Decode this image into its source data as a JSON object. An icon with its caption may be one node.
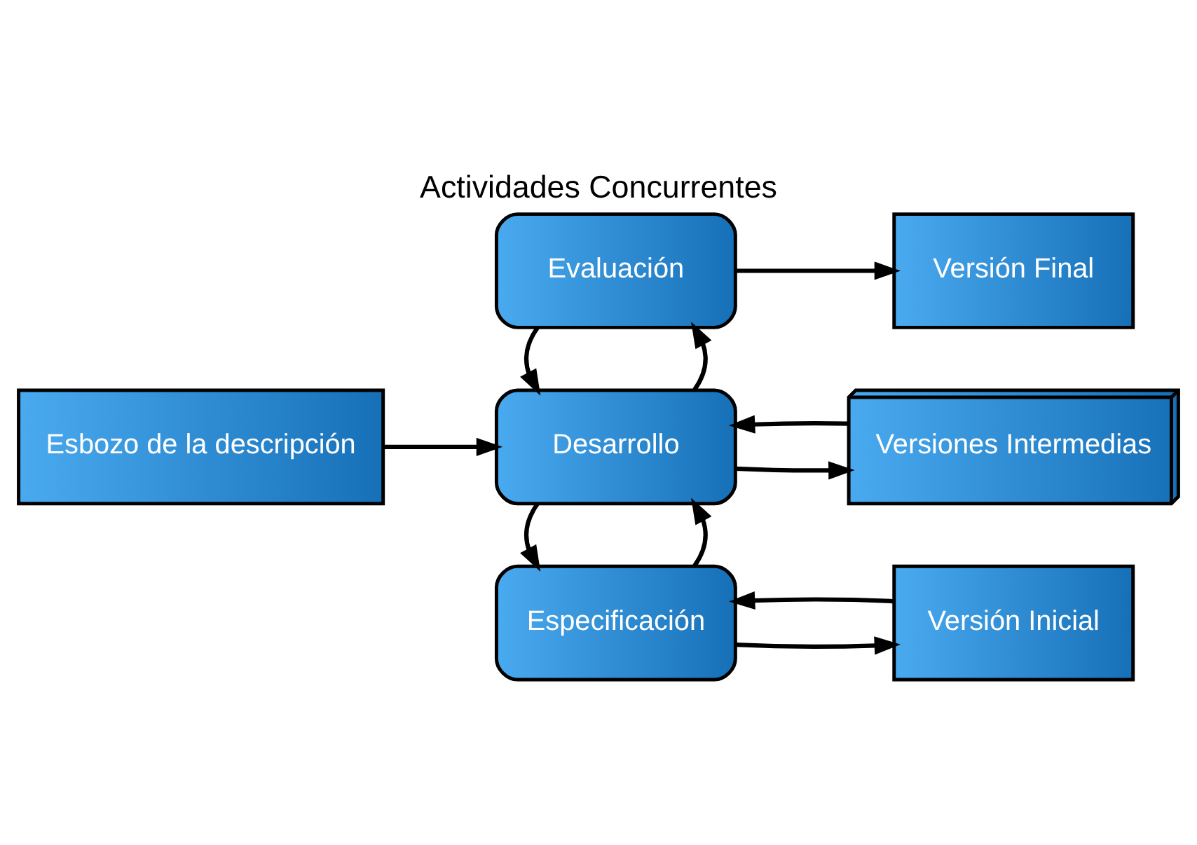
{
  "diagram": {
    "title": "Actividades Concurrentes",
    "nodes": [
      {
        "text": [
          "Esbozo de la descripción"
        ]
      },
      {
        "text": [
          "Especificación"
        ]
      },
      {
        "text": [
          "Desarrollo"
        ]
      },
      {
        "text": [
          "Evaluación"
        ]
      },
      {
        "text": [
          "Versión Inicial"
        ]
      },
      {
        "text": [
          "Versiones Intermedias"
        ]
      },
      {
        "text": [
          "Versión Final"
        ]
      }
    ],
    "edges": [
      {
        "from": 0,
        "to": 2,
        "arrow": "to"
      },
      {
        "from": 1,
        "to": 4,
        "arrow": "to"
      },
      {
        "from": 4,
        "to": 1,
        "arrow": "to"
      },
      {
        "from": 1,
        "to": 2,
        "arrow": "to"
      },
      {
        "from": 2,
        "to": 1,
        "arrow": "to"
      },
      {
        "from": 2,
        "to": 5,
        "arrow": "to"
      },
      {
        "from": 5,
        "to": 2,
        "arrow": "to"
      },
      {
        "from": 2,
        "to": 3,
        "arrow": "to"
      },
      {
        "from": 3,
        "to": 2,
        "arrow": "to"
      },
      {
        "from": 3,
        "to": 6,
        "arrow": "to"
      }
    ]
  }
}
